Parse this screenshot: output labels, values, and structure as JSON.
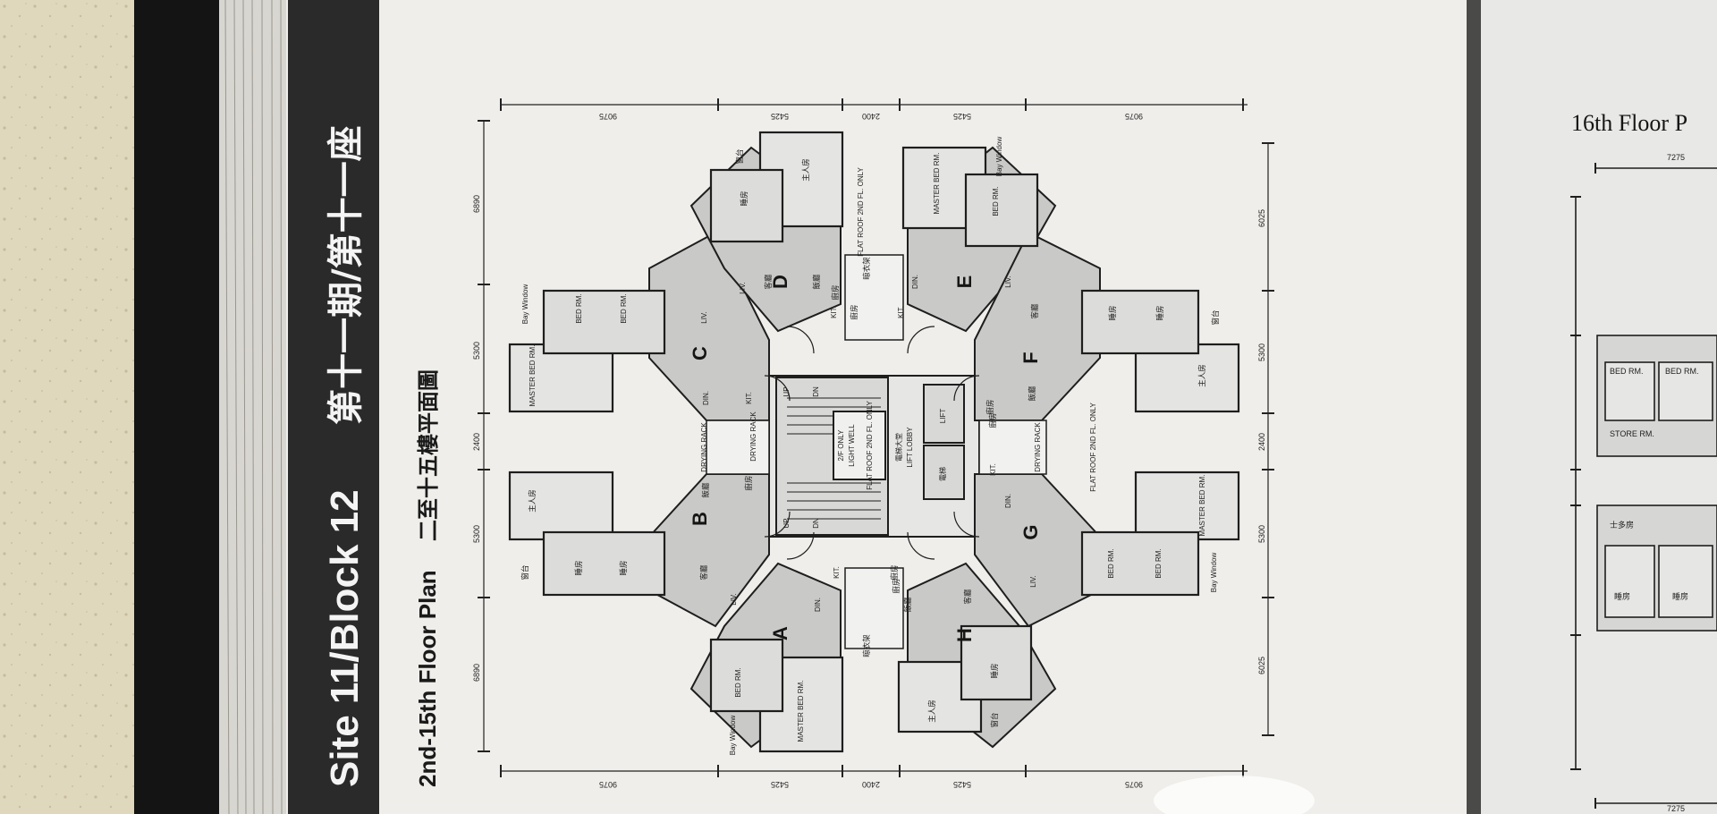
{
  "band": {
    "title_en": "Site 11/Block 12",
    "title_zh": "第十一期/第十一座"
  },
  "floor_plan": {
    "title_en": "2nd-15th Floor Plan",
    "title_zh": "二至十五樓平面圖"
  },
  "next_page": {
    "title": "16th Floor P",
    "dim_top": "7275",
    "dim_bottom": "7275",
    "labels": {
      "bed1": "BED RM.",
      "bed2": "BED RM.",
      "store": "STORE RM.",
      "maid": "士多房",
      "zh1": "睡房",
      "zh2": "睡房"
    }
  },
  "dims": {
    "top": [
      "9075",
      "5425",
      "2400",
      "5425",
      "9075"
    ],
    "bottom": [
      "9075",
      "5425",
      "2400",
      "5425",
      "9075"
    ],
    "left": [
      "6890",
      "5300",
      "2400",
      "5300",
      "6890"
    ],
    "right": [
      "6025",
      "5300",
      "2400",
      "5300",
      "6025"
    ]
  },
  "units": {
    "A": "A",
    "B": "B",
    "C": "C",
    "D": "D",
    "E": "E",
    "F": "F",
    "G": "G",
    "H": "H"
  },
  "rooms": {
    "liv": "LIV.",
    "din": "DIN.",
    "kit": "KIT.",
    "bed": "BED RM.",
    "master": "MASTER BED RM.",
    "bay": "Bay Window",
    "drying": "DRYING RACK",
    "living_zh": "客廳",
    "dining_zh": "飯廳",
    "kitchen_zh": "廚房",
    "bedroom_zh": "睡房",
    "master_zh": "主人房",
    "bay_zh": "窗台",
    "wardrobe_zh": "晾衣架"
  },
  "core": {
    "lift": "LIFT",
    "lift_zh": "電梯",
    "lobby_zh": "電梯大堂",
    "lobby": "LIFT LOBBY",
    "light_well": "LIGHT WELL",
    "flat_roof": "FLAT ROOF 2ND FL. ONLY",
    "flat_roof_2f": "2/F ONLY",
    "up": "UP",
    "dn": "DN"
  }
}
